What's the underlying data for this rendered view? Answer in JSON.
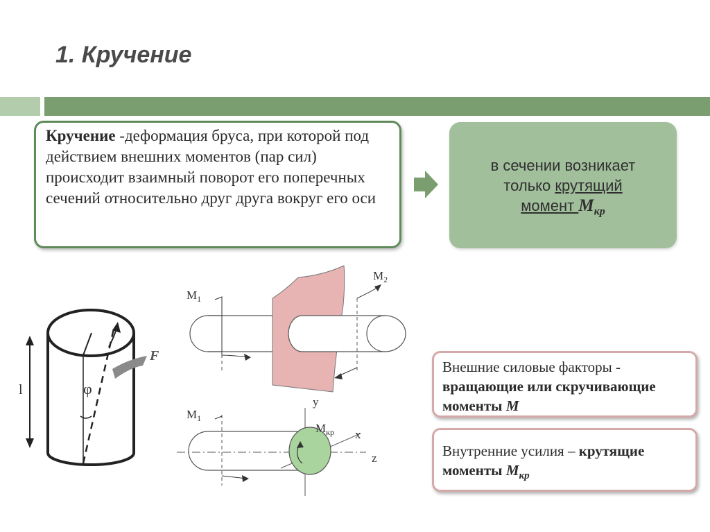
{
  "slide": {
    "title": "1. Кручение"
  },
  "definition": {
    "term": "Кручение",
    "text": " -деформация бруса, при которой под действием внешних моментов (пар сил) происходит взаимный поворот его поперечных сечений относительно друг друга вокруг его оси"
  },
  "result": {
    "line1": "в сечении возникает",
    "line2_prefix": "только ",
    "line2_underlined": "крутящий",
    "line3_underlined": "момент ",
    "symbol": "M",
    "subscript": "кр"
  },
  "external_factors": {
    "text": "Внешние силовые факторы - ",
    "bold": "вращающие или скручивающие моменты ",
    "symbol": "M"
  },
  "internal_forces": {
    "text": "Внутренние усилия – ",
    "bold": "крутящие моменты ",
    "symbol": "M",
    "subscript": "кр"
  },
  "figure_labels": {
    "force": "F",
    "angle": "φ",
    "length": "l",
    "m1_top": "M",
    "m1_top_sub": "1",
    "m2": "M",
    "m2_sub": "2",
    "m1_bottom": "M",
    "m1_bottom_sub": "1",
    "mkr": "M",
    "mkr_sub": "кр",
    "axis_y": "y",
    "axis_x": "x",
    "axis_z": "z"
  },
  "colors": {
    "band_dark": "#7a9e70",
    "band_light": "#b3ccab",
    "result_fill": "#a2bf9c",
    "definition_border": "#5f8a5a",
    "info_border": "#d5a9a9",
    "section_fill": "#e8b3b3",
    "cross_section_fill": "#a9d49e"
  }
}
